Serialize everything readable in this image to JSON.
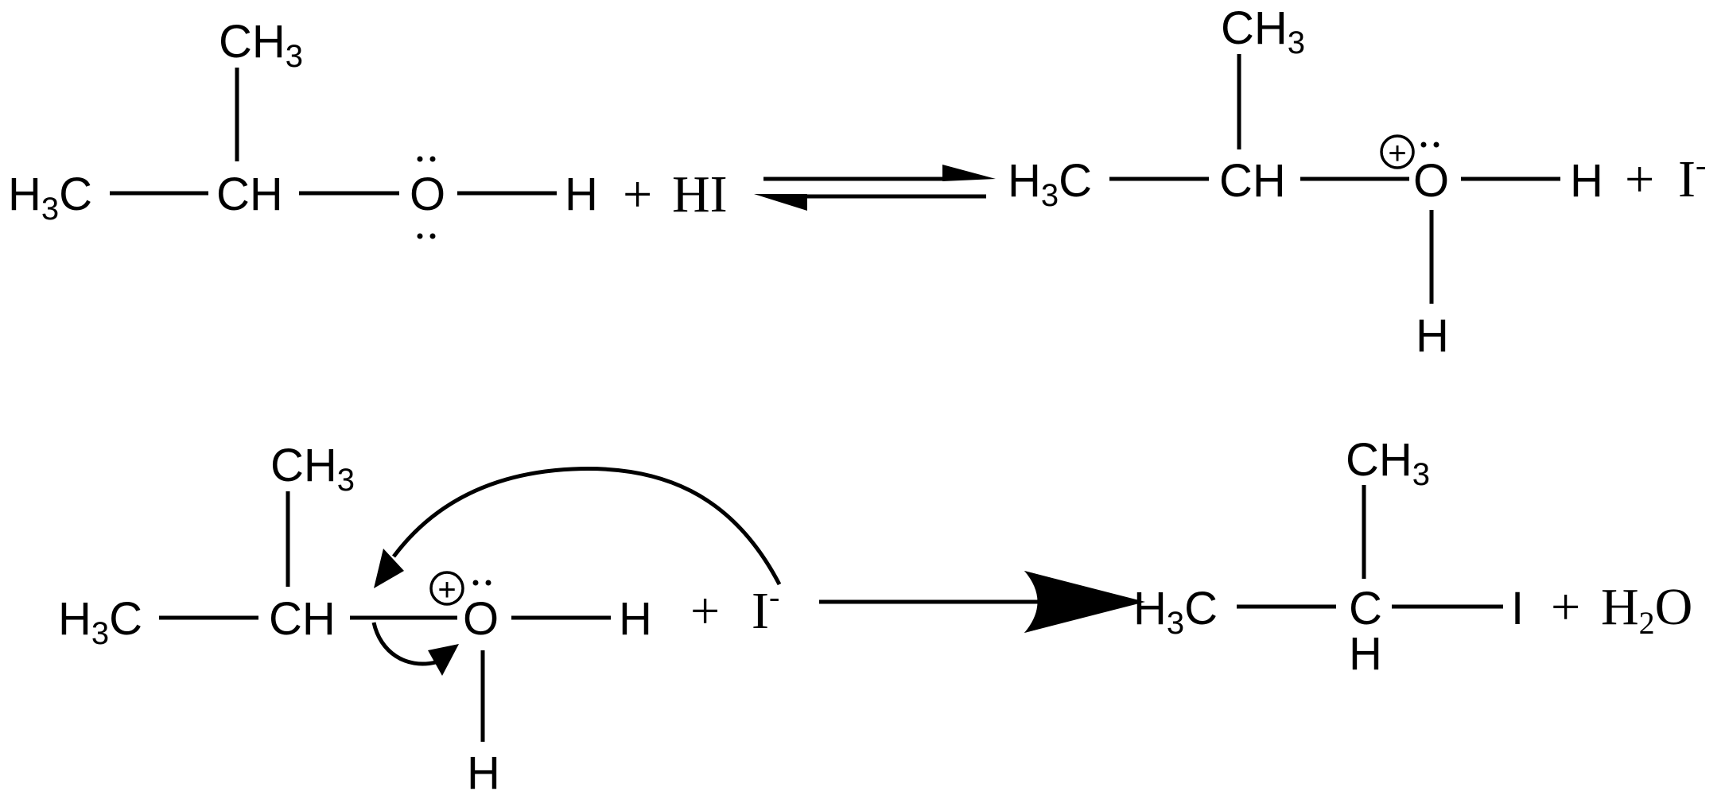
{
  "colors": {
    "ink": "#000000",
    "background": "#ffffff"
  },
  "step1": {
    "reactant": {
      "ch3_main": "CH",
      "ch3_sub": "3",
      "h3c_h": "H",
      "h3c_sub": "3",
      "h3c_c": "C",
      "ch": "CH",
      "o": "O",
      "h": "H"
    },
    "plus1": "+",
    "reagent": "HI",
    "product": {
      "ch3_main": "CH",
      "ch3_sub": "3",
      "h3c_h": "H",
      "h3c_sub": "3",
      "h3c_c": "C",
      "ch": "CH",
      "charge": "+",
      "o": "O",
      "h_right": "H",
      "h_down": "H"
    },
    "plus2": "+",
    "ion": "I",
    "ion_charge": "-"
  },
  "step2": {
    "reactant": {
      "ch3_main": "CH",
      "ch3_sub": "3",
      "h3c_h": "H",
      "h3c_sub": "3",
      "h3c_c": "C",
      "ch": "CH",
      "charge": "+",
      "o": "O",
      "h_right": "H",
      "h_down": "H"
    },
    "plus1": "+",
    "ion": "I",
    "ion_charge": "-",
    "product": {
      "ch3_main": "CH",
      "ch3_sub": "3",
      "h3c_h": "H",
      "h3c_sub": "3",
      "h3c_c": "C",
      "c": "C",
      "h_below": "H",
      "i": "I"
    },
    "plus2": "+",
    "water_h": "H",
    "water_sub": "2",
    "water_o": "O"
  }
}
